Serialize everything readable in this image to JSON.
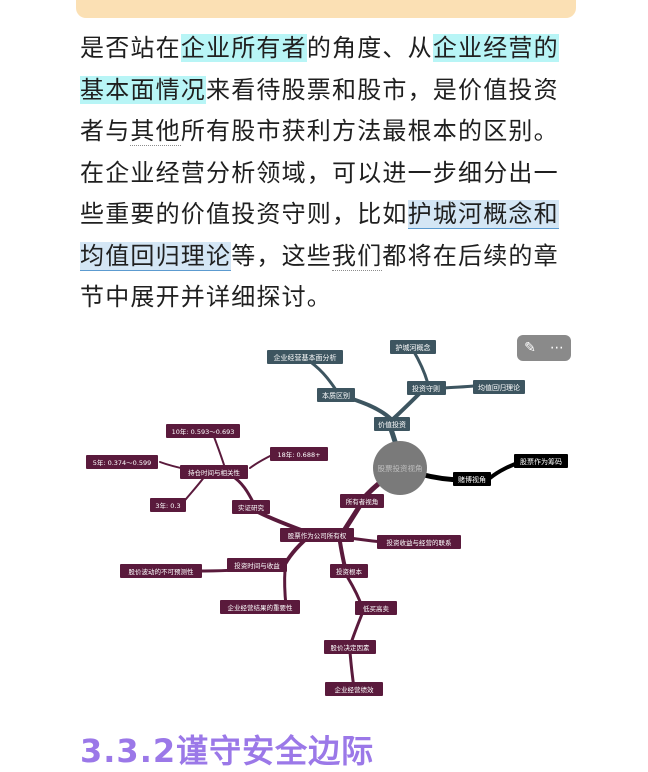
{
  "paragraph": {
    "seg1": "是否站在",
    "seg2": "企业所有者",
    "seg3": "的角度、从",
    "seg4": "企业经营的基本面情况",
    "seg5": "来看待股票和股市，是价值投资者与",
    "seg6": "其他",
    "seg7": "所有股市获利方法最根本的区别。在企业经营分析领域，可以进一步细分出一些重要的价值投资守则，比如",
    "seg8": "护城河概念和均值回归理论",
    "seg9": "等，这些",
    "seg10": "我们",
    "seg11": "都将在后续的章节中展开并详细探讨。"
  },
  "toolbar": {
    "edit_icon": "pencil-icon",
    "more_icon": "more-icon",
    "edit_glyph": "✎",
    "more_glyph": "⋯"
  },
  "mindmap": {
    "center": "股票投资视角",
    "nodes": {
      "n_jzzb": "价值投资",
      "n_bzqb": "本质区别",
      "n_qyjy": "企业经营基本面分析",
      "n_tzsz": "投资守则",
      "n_hch": "护城河概念",
      "n_jzhg": "均值回归理论",
      "n_dbsj": "赌博视角",
      "n_gpcm": "股票作为筹码",
      "n_syzsj": "所有者视角",
      "n_gpsyz": "股票作为公司所有权",
      "n_tzsy": "投资收益与经营的联系",
      "n_tzgb": "投资根本",
      "n_dmgm": "低买高卖",
      "n_gjjd": "股价决定因素",
      "n_qyjx": "企业经营绩效",
      "n_sjyj": "投资时间与收益",
      "n_gjbd": "股价波动的不可预测性",
      "n_qyjg": "企业经营结果的重要性",
      "n_szyj": "实证研究",
      "n_ccsj": "持仓时间与相关性",
      "n_10y": "10年: 0.593～0.693",
      "n_18y": "18年: 0.688+",
      "n_5y": "5年: 0.374～0.599",
      "n_3y": "3年: 0.3"
    }
  },
  "section": {
    "title": "3.3.2谨守安全边际"
  },
  "colors": {
    "cyan_highlight": "#b8f5f6",
    "blue_highlight": "#d4e6f5",
    "slate_branch": "#3d5560",
    "plum_branch": "#5a1a3c",
    "black_branch": "#000000",
    "center_node": "#7a7a7a",
    "title_purple": "#9b78e8"
  }
}
